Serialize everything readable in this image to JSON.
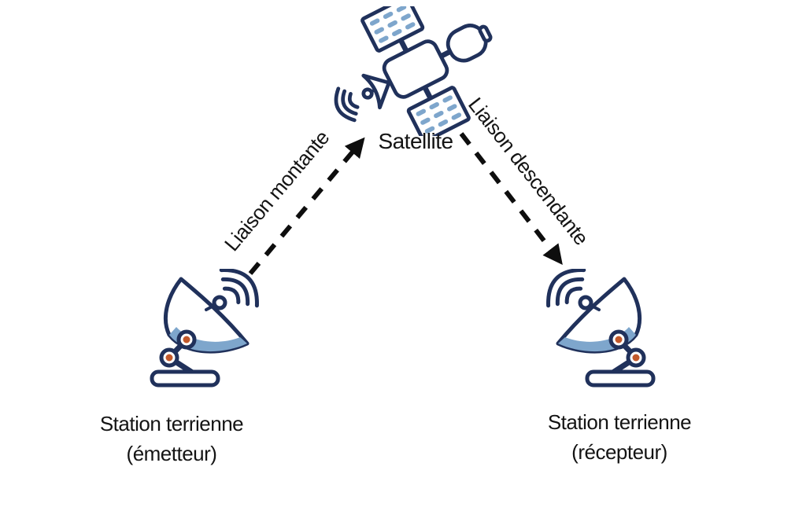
{
  "diagram": {
    "type": "satellite-communication-diagram",
    "background": "#ffffff",
    "colors": {
      "outline_navy": "#20315b",
      "panel_blue": "#7ea6cc",
      "joint_orange": "#c2592b",
      "arrow_black": "#0e0e0e",
      "text_black": "#141414"
    },
    "satellite": {
      "label": "Satellite"
    },
    "links": {
      "uplink_label": "Liaison montante",
      "downlink_label": "Liaison descendante"
    },
    "stations": {
      "transmitter": {
        "name": "Station terrienne",
        "role": "(émetteur)"
      },
      "receiver": {
        "name": "Station terrienne",
        "role": "(récepteur)"
      }
    },
    "icons": [
      "satellite-icon",
      "ground-station-transmitter-icon",
      "ground-station-receiver-icon",
      "signal-waves-icon",
      "uplink-arrow",
      "downlink-arrow"
    ]
  }
}
